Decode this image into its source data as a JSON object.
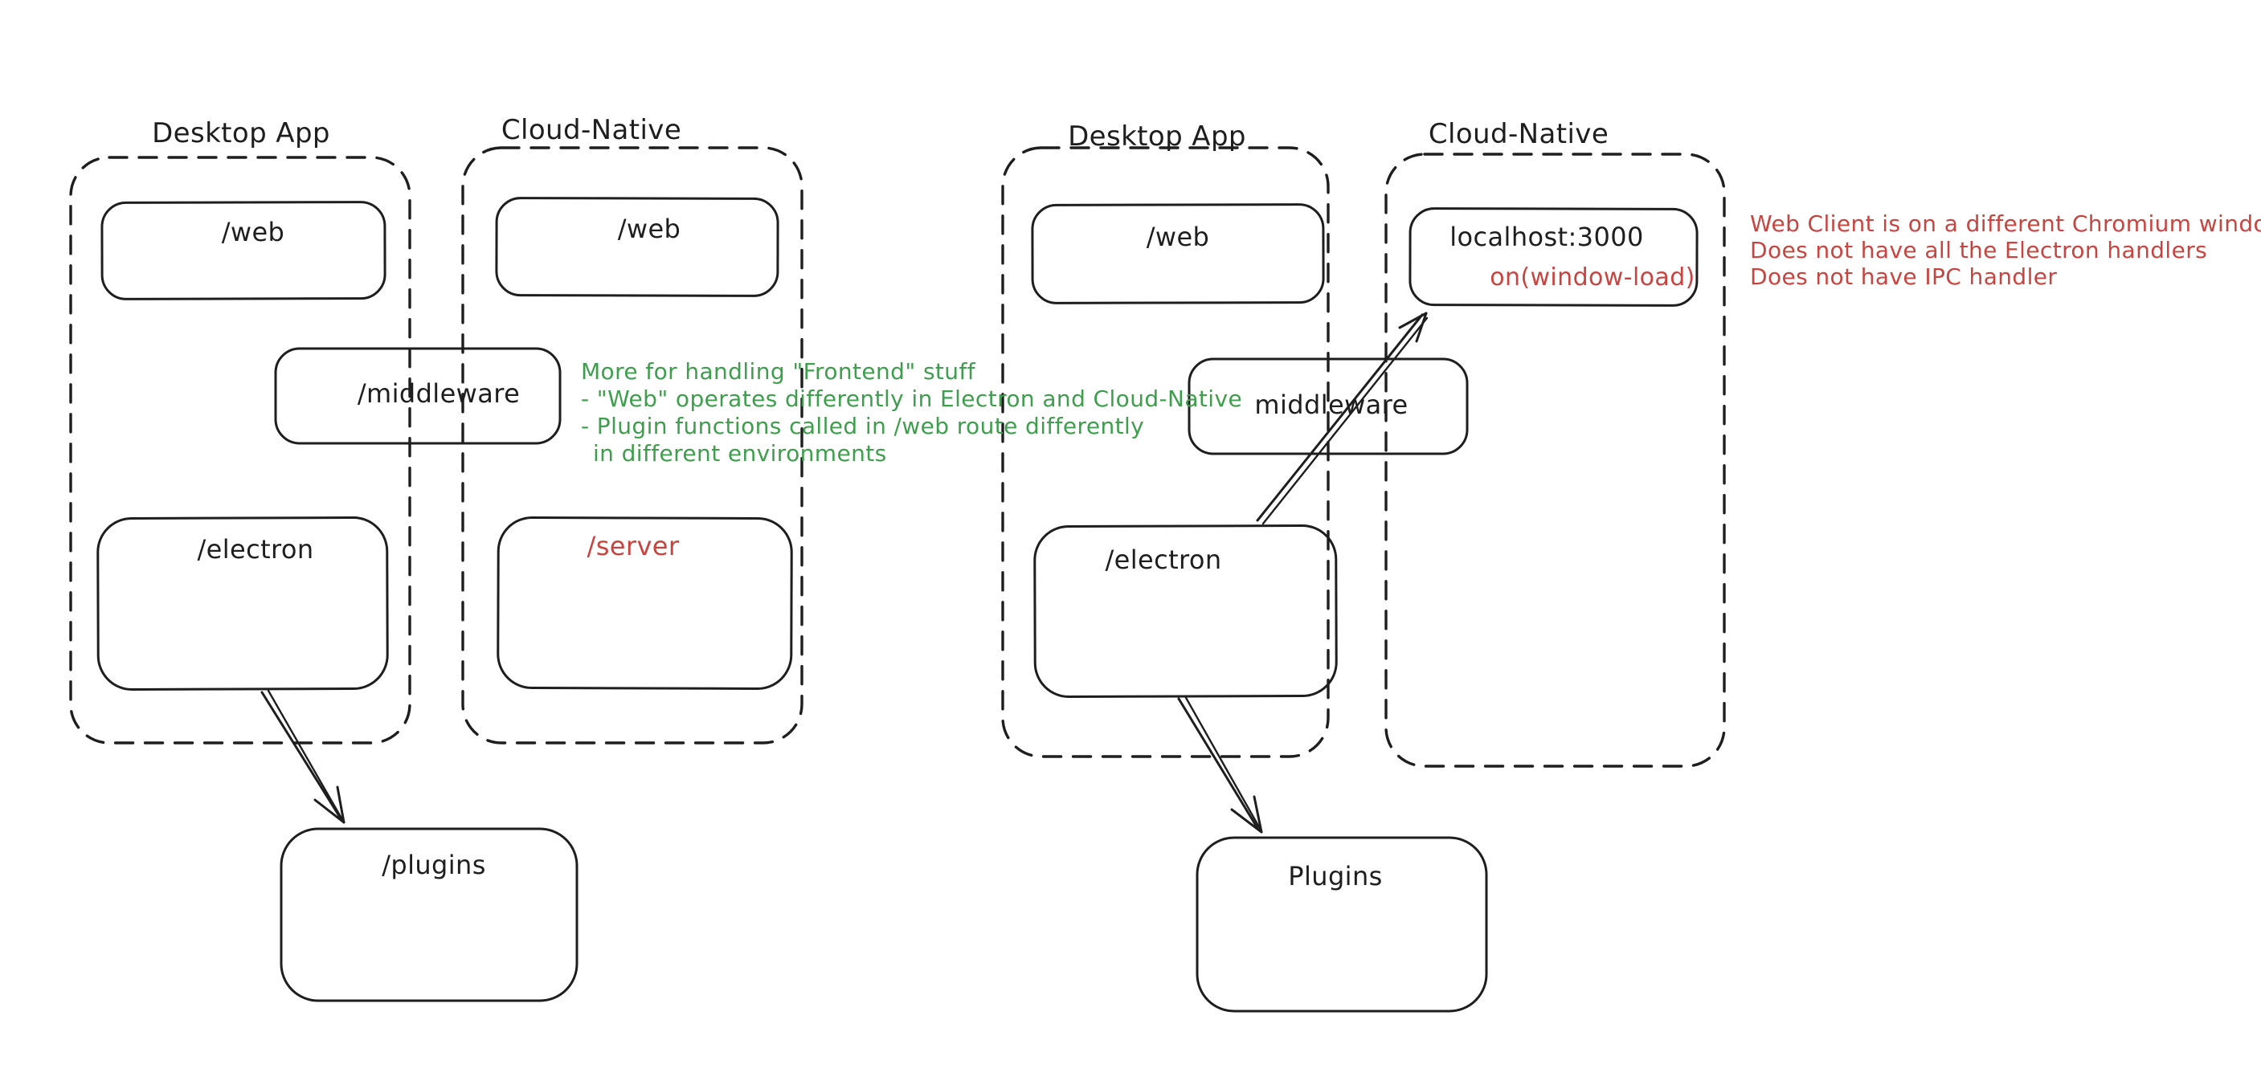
{
  "colors": {
    "stroke": "#1e1e1e",
    "accent_red": "#c64540",
    "accent_green": "#3f9e4e",
    "background": "#ffffff"
  },
  "left": {
    "desktop_container_title": "Desktop App",
    "cloud_container_title": "Cloud-Native",
    "web_desktop_label": "/web",
    "web_cloud_label": "/web",
    "middleware_label": "/middleware",
    "electron_label": "/electron",
    "server_label": "/server",
    "plugins_label": "/plugins",
    "green_note_line1": "More for handling \"Frontend\" stuff",
    "green_note_line2": "- \"Web\" operates differently in Electron and Cloud-Native",
    "green_note_line3": "- Plugin functions called in /web route differently",
    "green_note_line4": "in different environments"
  },
  "right": {
    "desktop_container_title": "Desktop App",
    "cloud_container_title": "Cloud-Native",
    "web_label": "/web",
    "localhost_label": "localhost:3000",
    "window_load_label": "on(window-load)",
    "middleware_label": "middleware",
    "electron_label": "/electron",
    "plugins_label": "Plugins",
    "red_note_line1": "Web Client is on a different Chromium window",
    "red_note_line2": "Does not have all the Electron handlers",
    "red_note_line3": "Does not have IPC handler"
  }
}
